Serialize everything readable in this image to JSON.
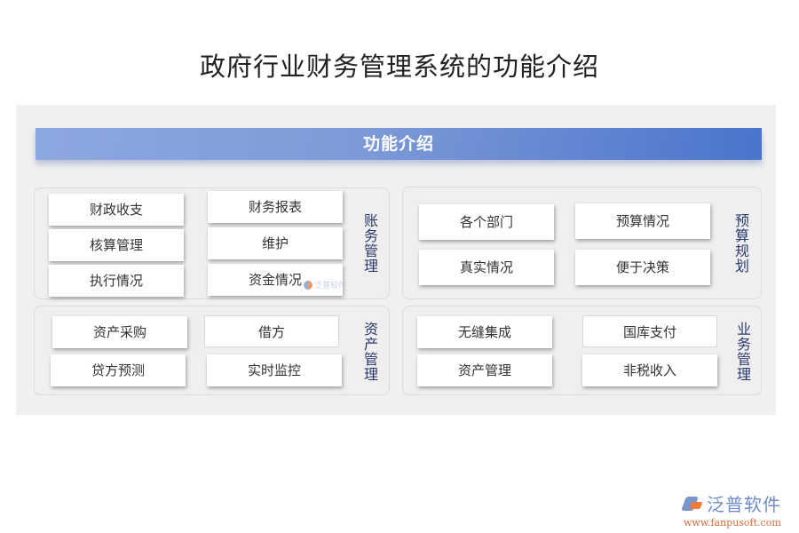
{
  "title": "政府行业财务管理系统的功能介绍",
  "banner": "功能介绍",
  "groups": [
    {
      "label": "账务管理",
      "items": [
        "财政收支",
        "财务报表",
        "核算管理",
        "维护",
        "执行情况",
        "资金情况"
      ]
    },
    {
      "label": "预算规划",
      "items": [
        "各个部门",
        "预算情况",
        "真实情况",
        "便于决策"
      ]
    },
    {
      "label": "资产管理",
      "items": [
        "资产采购",
        "借方",
        "贷方预测",
        "实时监控"
      ]
    },
    {
      "label": "业务管理",
      "items": [
        "无缝集成",
        "国库支付",
        "资产管理",
        "非税收入"
      ]
    }
  ],
  "watermark": "泛普软件",
  "brand": {
    "name": "泛普软件",
    "url": "www.fanpusoft.com"
  },
  "colors": {
    "banner_start": "#8da8e0",
    "banner_end": "#4a74cb",
    "label_color": "#2b3a6e",
    "panel_bg": "#f0f0f0"
  }
}
